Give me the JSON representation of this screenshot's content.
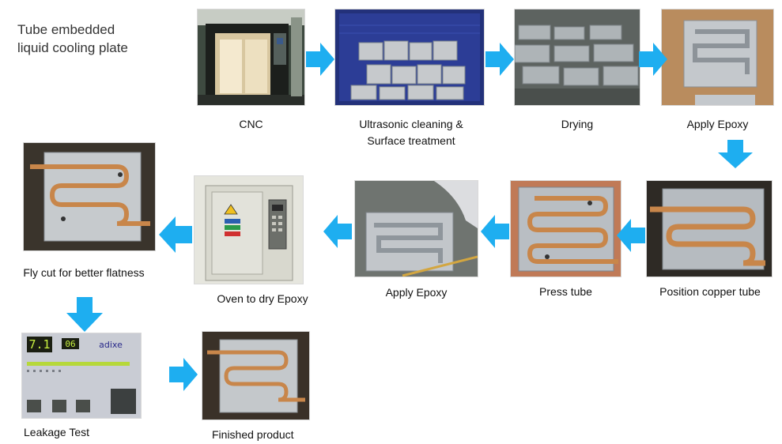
{
  "title": "Tube embedded\nliquid cooling plate",
  "steps": {
    "cnc": "CNC",
    "ultrasonic": "Ultrasonic cleaning &\nSurface treatment",
    "drying": "Drying",
    "apply_epoxy_1": "Apply Epoxy",
    "position_tube": "Position copper tube",
    "press_tube": "Press tube",
    "apply_epoxy_2": "Apply Epoxy",
    "oven": "Oven to dry Epoxy",
    "fly_cut": "Fly cut for better flatness",
    "leakage_test": "Leakage Test",
    "finished": "Finished product"
  },
  "tester_display": {
    "reading": "7.1",
    "unit_code": "06",
    "brand": "adixe"
  },
  "colors": {
    "arrow": "#1EAEF0",
    "copper": "#C8864A",
    "aluminum": "#B8BEC4"
  }
}
